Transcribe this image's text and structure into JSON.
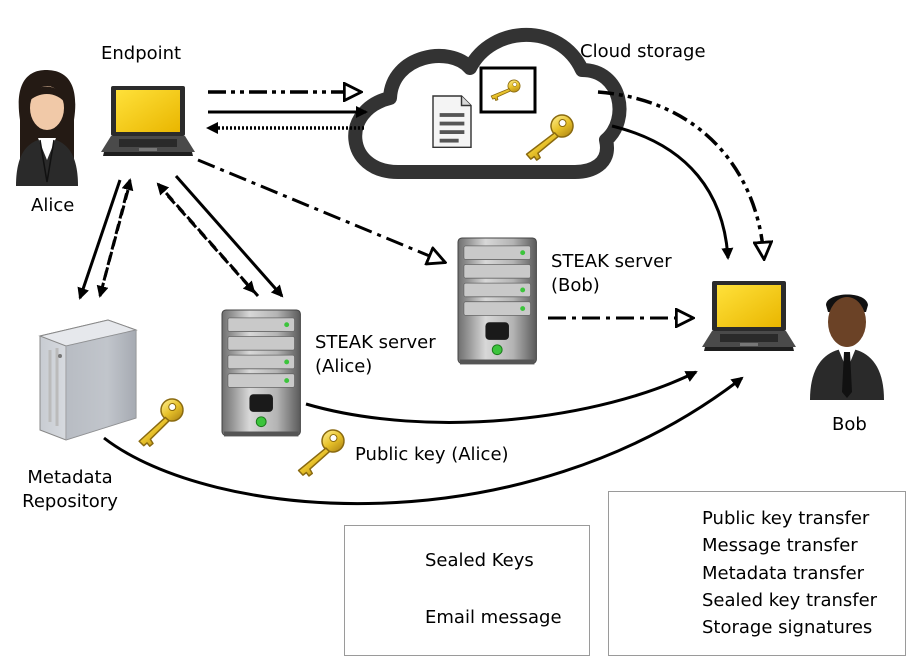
{
  "nodes": {
    "endpoint": "Endpoint",
    "cloud": "Cloud storage",
    "alice": "Alice",
    "bob": "Bob",
    "steak_alice": [
      "STEAK server",
      "(Alice)"
    ],
    "steak_bob": [
      "STEAK server",
      "(Bob)"
    ],
    "metadata": [
      "Metadata",
      "Repository"
    ],
    "public_key": "Public key (Alice)"
  },
  "icon_legend": {
    "sealed_keys": "Sealed Keys",
    "email_message": "Email message"
  },
  "arrow_legend": {
    "public_key_transfer": "Public key transfer",
    "message_transfer": "Message transfer",
    "metadata_transfer": "Metadata transfer",
    "sealed_key_transfer": "Sealed key transfer",
    "storage_signatures": "Storage signatures"
  },
  "colors": {
    "laptop_screen": "#f5c800",
    "key_gold": "#e8c22a",
    "server_gray": "#9c9c9c",
    "server_led": "#3cc43c",
    "cloud_outline": "#333333",
    "skin_alice": "#f1c9a8",
    "skin_bob": "#6b4226"
  }
}
